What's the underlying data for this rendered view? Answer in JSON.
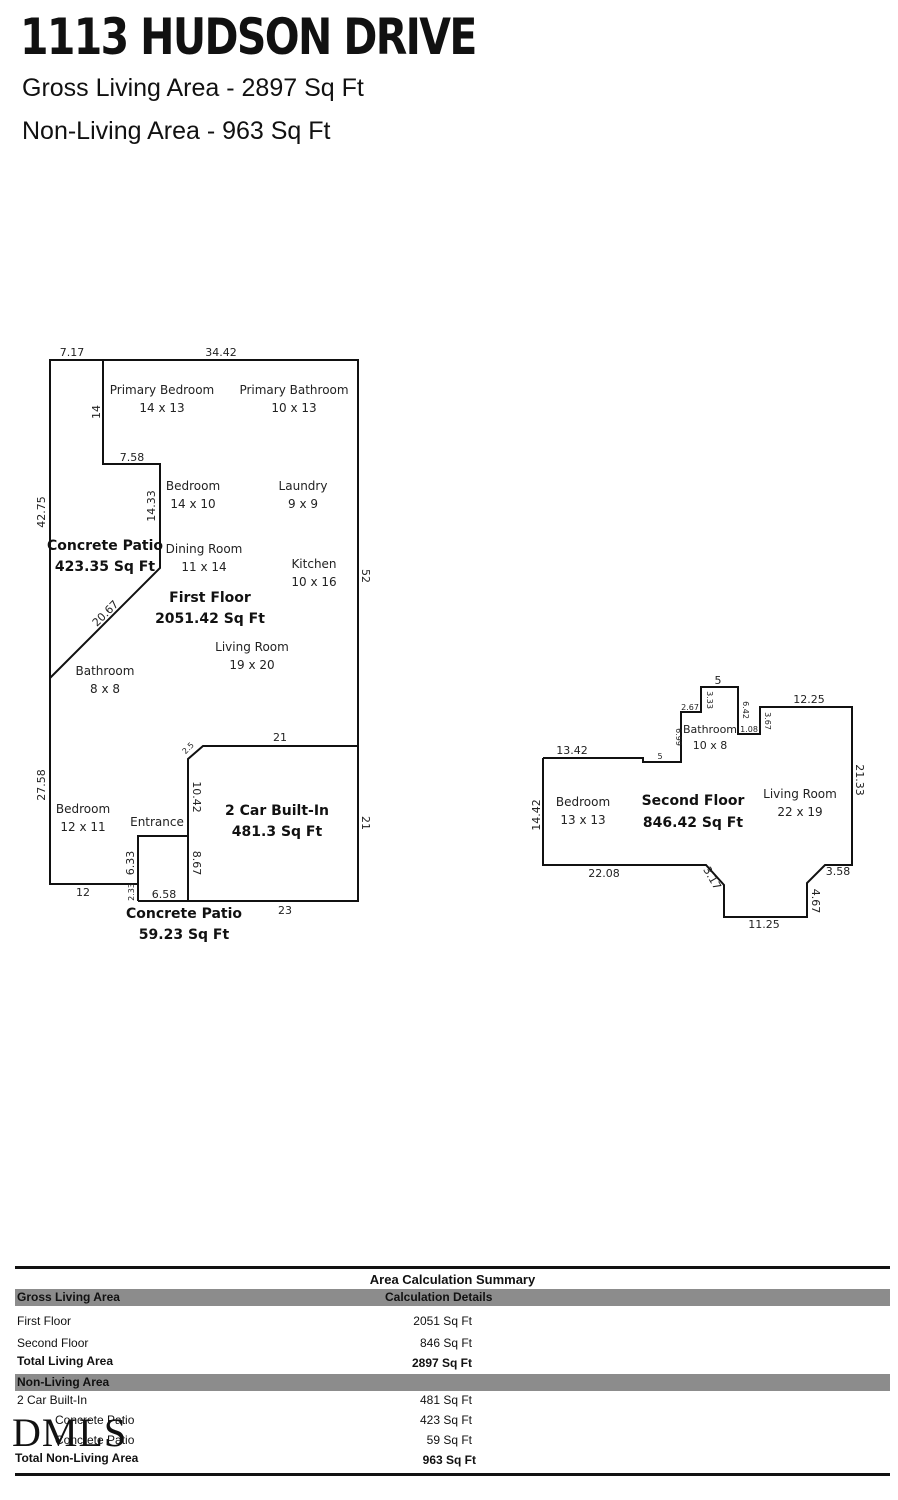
{
  "header": {
    "title": "1113 HUDSON DRIVE",
    "gross_living": "Gross Living Area - 2897 Sq Ft",
    "non_living": "Non-Living Area - 963 Sq Ft"
  },
  "first_floor": {
    "rooms": {
      "primary_bedroom_name": "Primary Bedroom",
      "primary_bedroom_size": "14 x 13",
      "primary_bathroom_name": "Primary Bathroom",
      "primary_bathroom_size": "10 x 13",
      "bedroom_a_name": "Bedroom",
      "bedroom_a_size": "14 x 10",
      "laundry_name": "Laundry",
      "laundry_size": "9 x 9",
      "dining_name": "Dining Room",
      "dining_size": "11 x 14",
      "kitchen_name": "Kitchen",
      "kitchen_size": "10 x 16",
      "living_name": "Living Room",
      "living_size": "19 x 20",
      "bathroom_name": "Bathroom",
      "bathroom_size": "8 x 8",
      "bedroom_b_name": "Bedroom",
      "bedroom_b_size": "12 x 11",
      "entrance_name": "Entrance"
    },
    "areas": {
      "floor_name": "First Floor",
      "floor_area": "2051.42 Sq Ft",
      "patio1_name": "Concrete Patio",
      "patio1_area": "423.35 Sq Ft",
      "garage_name": "2 Car Built-In",
      "garage_area": "481.3 Sq Ft",
      "patio2_name": "Concrete Patio",
      "patio2_area": "59.23 Sq Ft"
    },
    "dims": {
      "d717": "7.17",
      "d3442": "34.42",
      "d14": "14",
      "d758": "7.58",
      "d1433": "14.33",
      "d4275": "42.75",
      "d52": "52",
      "d2067": "20.67",
      "d25": "2.5",
      "d21top": "21",
      "d1042": "10.42",
      "d21right": "21",
      "d2758": "27.58",
      "d633": "6.33",
      "d867": "8.67",
      "d233": "2.33",
      "d12": "12",
      "d658": "6.58",
      "d23": "23"
    }
  },
  "second_floor": {
    "rooms": {
      "bedroom_name": "Bedroom",
      "bedroom_size": "13 x 13",
      "bathroom_name": "Bathroom",
      "bathroom_size": "10 x 8",
      "living_name": "Living Room",
      "living_size": "22 x 19"
    },
    "areas": {
      "floor_name": "Second Floor",
      "floor_area": "846.42 Sq Ft"
    },
    "dims": {
      "d5top": "5",
      "d333": "3.33",
      "d642": "6.42",
      "d267": "2.67",
      "d367": "3.67",
      "d108": "1.08",
      "d1225": "12.25",
      "d2133": "21.33",
      "d1342": "13.42",
      "d5small": "5",
      "d699": "6.99",
      "d1442": "14.42",
      "d2208": "22.08",
      "d317": "3.17",
      "d1125": "11.25",
      "d467": "4.67",
      "d358": "3.58"
    }
  },
  "summary": {
    "title": "Area Calculation Summary",
    "gross_header": "Gross Living Area",
    "details_header": "Calculation Details",
    "living_rows": [
      {
        "label": "First Floor",
        "value": "2051 Sq Ft"
      },
      {
        "label": "Second Floor",
        "value": "846 Sq Ft"
      }
    ],
    "living_total": {
      "label": "Total Living Area",
      "value": "2897 Sq Ft"
    },
    "non_header": "Non-Living Area",
    "non_rows": [
      {
        "label": "2 Car Built-In",
        "value": "481 Sq Ft"
      },
      {
        "label": "Concrete Patio",
        "value": "423 Sq Ft"
      },
      {
        "label": "Concrete Patio",
        "value": "59 Sq Ft"
      }
    ],
    "non_total": {
      "label": "Total Non-Living Area",
      "value": "963 Sq Ft"
    }
  },
  "logo": "DMLS"
}
